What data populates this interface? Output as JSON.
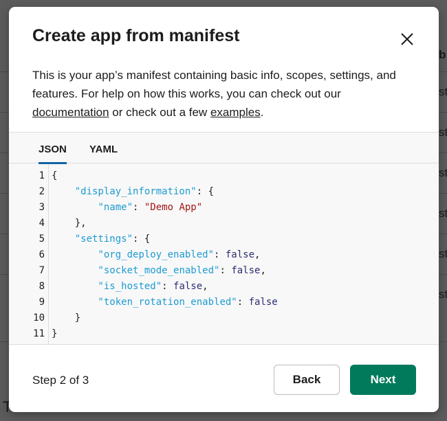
{
  "background": {
    "fragments": [
      "b",
      "st",
      "st",
      "st",
      "st",
      "st",
      "st"
    ],
    "left_fragment": "T"
  },
  "modal": {
    "title": "Create app from manifest",
    "close_icon": "close-icon",
    "description": {
      "text1": "This is your app’s manifest containing basic info, scopes, settings, and features. For help on how this works, you can check out our ",
      "link1": "documentation",
      "text2": " or check out a few ",
      "link2": "examples",
      "text3": "."
    },
    "tabs": [
      {
        "label": "JSON",
        "active": true
      },
      {
        "label": "YAML",
        "active": false
      }
    ],
    "code_lines": [
      [
        {
          "t": "{",
          "c": ""
        }
      ],
      [
        {
          "t": "    ",
          "c": ""
        },
        {
          "t": "\"display_information\"",
          "c": "k"
        },
        {
          "t": ": {",
          "c": ""
        }
      ],
      [
        {
          "t": "        ",
          "c": ""
        },
        {
          "t": "\"name\"",
          "c": "k"
        },
        {
          "t": ": ",
          "c": ""
        },
        {
          "t": "\"Demo App\"",
          "c": "s"
        }
      ],
      [
        {
          "t": "    },",
          "c": ""
        }
      ],
      [
        {
          "t": "    ",
          "c": ""
        },
        {
          "t": "\"settings\"",
          "c": "k"
        },
        {
          "t": ": {",
          "c": ""
        }
      ],
      [
        {
          "t": "        ",
          "c": ""
        },
        {
          "t": "\"org_deploy_enabled\"",
          "c": "k"
        },
        {
          "t": ": ",
          "c": ""
        },
        {
          "t": "false",
          "c": "b"
        },
        {
          "t": ",",
          "c": ""
        }
      ],
      [
        {
          "t": "        ",
          "c": ""
        },
        {
          "t": "\"socket_mode_enabled\"",
          "c": "k"
        },
        {
          "t": ": ",
          "c": ""
        },
        {
          "t": "false",
          "c": "b"
        },
        {
          "t": ",",
          "c": ""
        }
      ],
      [
        {
          "t": "        ",
          "c": ""
        },
        {
          "t": "\"is_hosted\"",
          "c": "k"
        },
        {
          "t": ": ",
          "c": ""
        },
        {
          "t": "false",
          "c": "b"
        },
        {
          "t": ",",
          "c": ""
        }
      ],
      [
        {
          "t": "        ",
          "c": ""
        },
        {
          "t": "\"token_rotation_enabled\"",
          "c": "k"
        },
        {
          "t": ": ",
          "c": ""
        },
        {
          "t": "false",
          "c": "b"
        }
      ],
      [
        {
          "t": "    }",
          "c": ""
        }
      ],
      [
        {
          "t": "}",
          "c": ""
        }
      ]
    ],
    "step": "Step 2 of 3",
    "back_label": "Back",
    "next_label": "Next",
    "colors": {
      "accent": "#007a5a",
      "tab_active": "#1264a3",
      "key": "#1d9bd1",
      "string": "#a31515",
      "boolean": "#2c2d72"
    }
  }
}
